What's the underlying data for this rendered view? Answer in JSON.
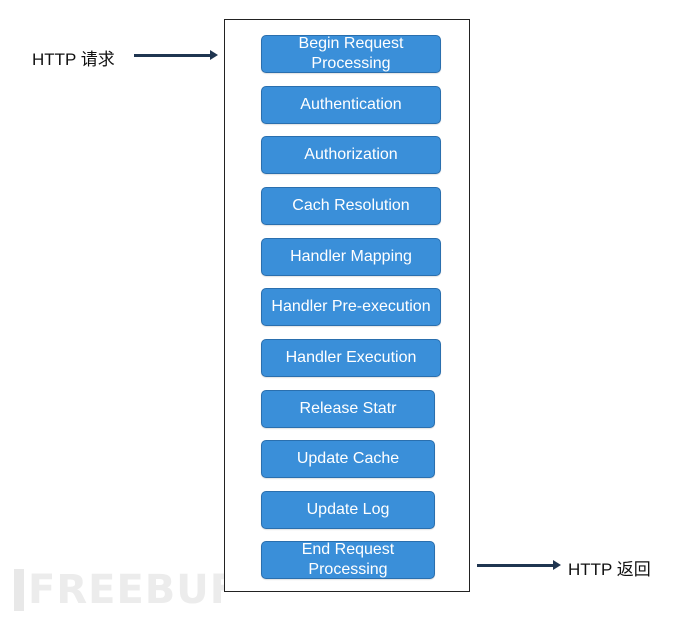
{
  "request_label": "HTTP 请求",
  "response_label": "HTTP 返回",
  "watermark": "FREEBUF",
  "stages": [
    "Begin Request Processing",
    "Authentication",
    "Authorization",
    "Cach Resolution",
    "Handler Mapping",
    "Handler Pre-execution",
    "Handler Execution",
    "Release Statr",
    "Update Cache",
    "Update Log",
    "End Request Processing"
  ],
  "colors": {
    "stage_fill": "#3a8fd9",
    "stage_border": "#2a6fae",
    "arrow": "#1f3550",
    "frame": "#222222"
  }
}
